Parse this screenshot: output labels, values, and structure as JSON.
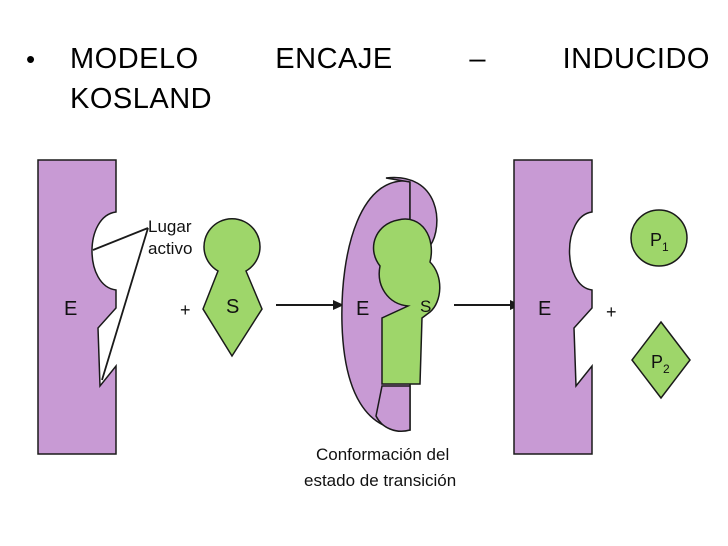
{
  "slide": {
    "bullet": "•",
    "title_words": [
      "MODELO",
      "ENCAJE",
      "–",
      "INDUCIDO"
    ],
    "title_line2": "KOSLAND"
  },
  "diagram": {
    "enzyme_label": "E",
    "substrate_label": "S",
    "active_site_label_1": "Lugar",
    "active_site_label_2": "activo",
    "plus": "+",
    "transition_caption_1": "Conformación del",
    "transition_caption_2": "estado de transición",
    "product_1_letter": "P",
    "product_1_sub": "1",
    "product_2_letter": "P",
    "product_2_sub": "2",
    "colors": {
      "enzyme": "#c89ad4",
      "substrate": "#9ed66a",
      "outline": "#1a1a1a"
    }
  }
}
